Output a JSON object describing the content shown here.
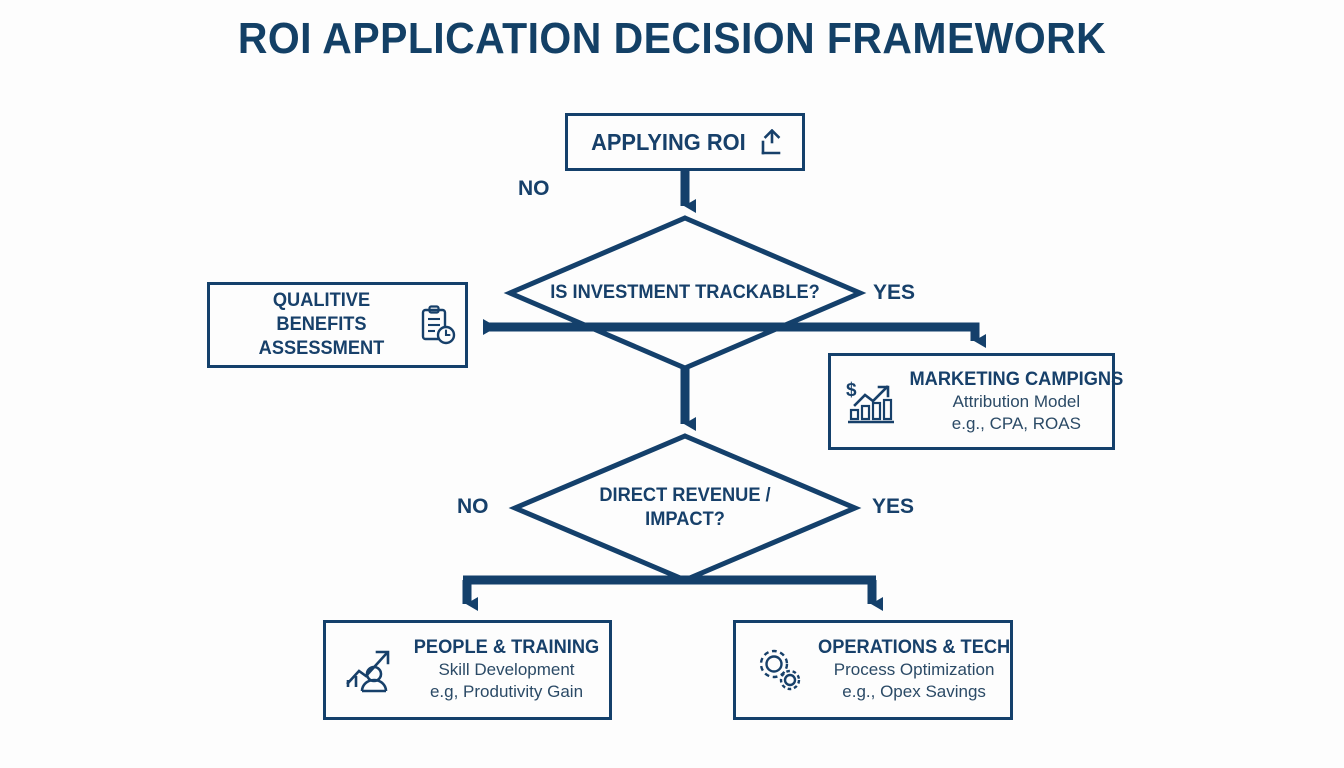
{
  "page": {
    "title": "ROI APPLICATION DECISION FRAMEWORK",
    "background_color": "#fdfdfd",
    "accent_color": "#14406b",
    "text_color": "#17406a"
  },
  "nodes": {
    "applying_roi": {
      "label": "APPLYING ROI",
      "icon": "trending-up-arrow-icon"
    },
    "decision_trackable": {
      "label": "IS INVESTMENT TRACKABLE?",
      "shape": "diamond"
    },
    "qualitative": {
      "label": "QUALITIVE BENEFITS ASSESSMENT",
      "icon": "clipboard-clock-icon"
    },
    "marketing": {
      "title": "MARKETING CAMPIGNS",
      "sub1": "Attribution Model",
      "sub2": "e.g., CPA, ROAS",
      "icon": "dollar-bar-chart-growth-icon"
    },
    "decision_revenue": {
      "label_line1": "DIRECT REVENUE /",
      "label_line2": "IMPACT?",
      "shape": "diamond"
    },
    "people": {
      "title": "PEOPLE & TRAINING",
      "sub1": "Skill Development",
      "sub2": "e.g, Produtivity Gain",
      "icon": "person-growth-chart-icon"
    },
    "operations": {
      "title": "OPERATIONS & TECH",
      "sub1": "Process Optimization",
      "sub2": "e.g., Opex Savings",
      "icon": "gears-icon"
    }
  },
  "branch_labels": {
    "no_top": "NO",
    "yes_trackable": "YES",
    "no_revenue": "NO",
    "yes_revenue": "YES"
  }
}
